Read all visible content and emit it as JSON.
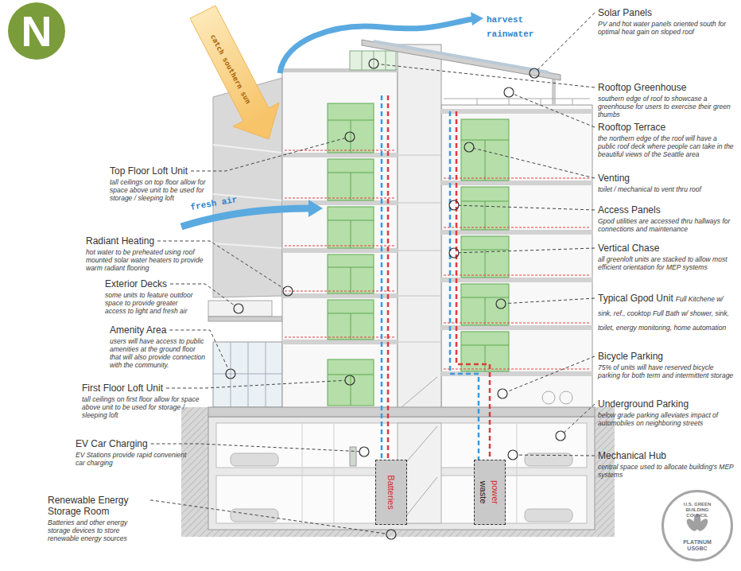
{
  "diagram": {
    "nodes": [
      {
        "text": [
          "N"
        ]
      },
      {
        "text": [
          "Batteries"
        ]
      },
      {
        "text": [
          "waste",
          "power"
        ]
      },
      {
        "text": [
          "U.S. GREEN BUILDING COUNCIL",
          "PLATINUM",
          "USGBC"
        ]
      }
    ],
    "labels": [
      "catch southern sun",
      "harvest rainwater",
      "fresh air",
      "Top Floor Loft Unit",
      "tall ceilings on top floor allow for space above unit to be used for storage / sleeping loft",
      "Radiant Heating",
      "hot water to be preheated using roof mounted solar water heaters to provide warm radiant flooring",
      "Exterior Decks",
      "some units to feature outdoor space to provide greater access to light and fresh air",
      "Amenity Area",
      "users will have access to public amenities at the ground floor that will also provide connection with the community.",
      "First Floor Loft Unit",
      "tall ceilings on first floor allow for space above unit to be used for storage / sleeping loft",
      "EV Car Charging",
      "EV Stations provide rapid convenient car charging",
      "Renewable Energy Storage Room",
      "Batteries and other energy storage devices to store renewable energy sources",
      "Solar Panels",
      "PV and hot water panels oriented south for optimal heat gain on sloped roof",
      "Rooftop Greenhouse",
      "southern edge of roof to showcase a greenhouse for users to exercise their green thumbs",
      "Rooftop Terrace",
      "the northern edge of the roof will have a public roof deck where people can take in the beautiful views of the Seattle area",
      "Venting",
      "toilet / mechanical to vent thru roof",
      "Access Panels",
      "Gpod utilities are accessed thru hallways for connections and maintenance",
      "Vertical Chase",
      "all greenloft units are stacked to allow most efficient orientation for MEP systems",
      "Typical Gpod Unit",
      "Full Kitchene w/ sink, ref., cooktop Full Bath w/ shower, sink, toilet, energy monitoring, home automation",
      "Bicycle Parking",
      "75% of units will have reserved bicycle parking for both term and intermittent storage",
      "Underground Parking",
      "below grade parking alleviates impact of automobiles on neighboring streets",
      "Mechanical Hub",
      "central space used to allocate building's MEP systems"
    ]
  }
}
